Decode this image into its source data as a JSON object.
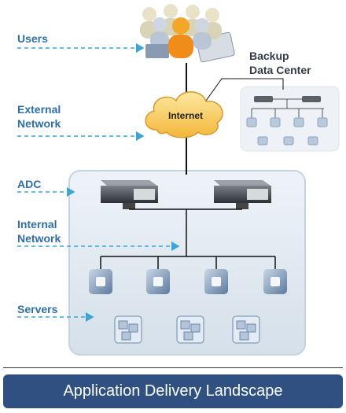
{
  "labels": {
    "users": "Users",
    "external_network": "External\nNetwork",
    "adc": "ADC",
    "internal_network": "Internal\nNetwork",
    "servers": "Servers"
  },
  "backup": "Backup\nData Center",
  "internet": "Internet",
  "title": "Application Delivery Landscape",
  "colors": {
    "label_blue": "#2e6fa8",
    "banner": "#2f5080",
    "cloud": "#f7c44e",
    "dashed_arrow": "#3aa6d8"
  }
}
